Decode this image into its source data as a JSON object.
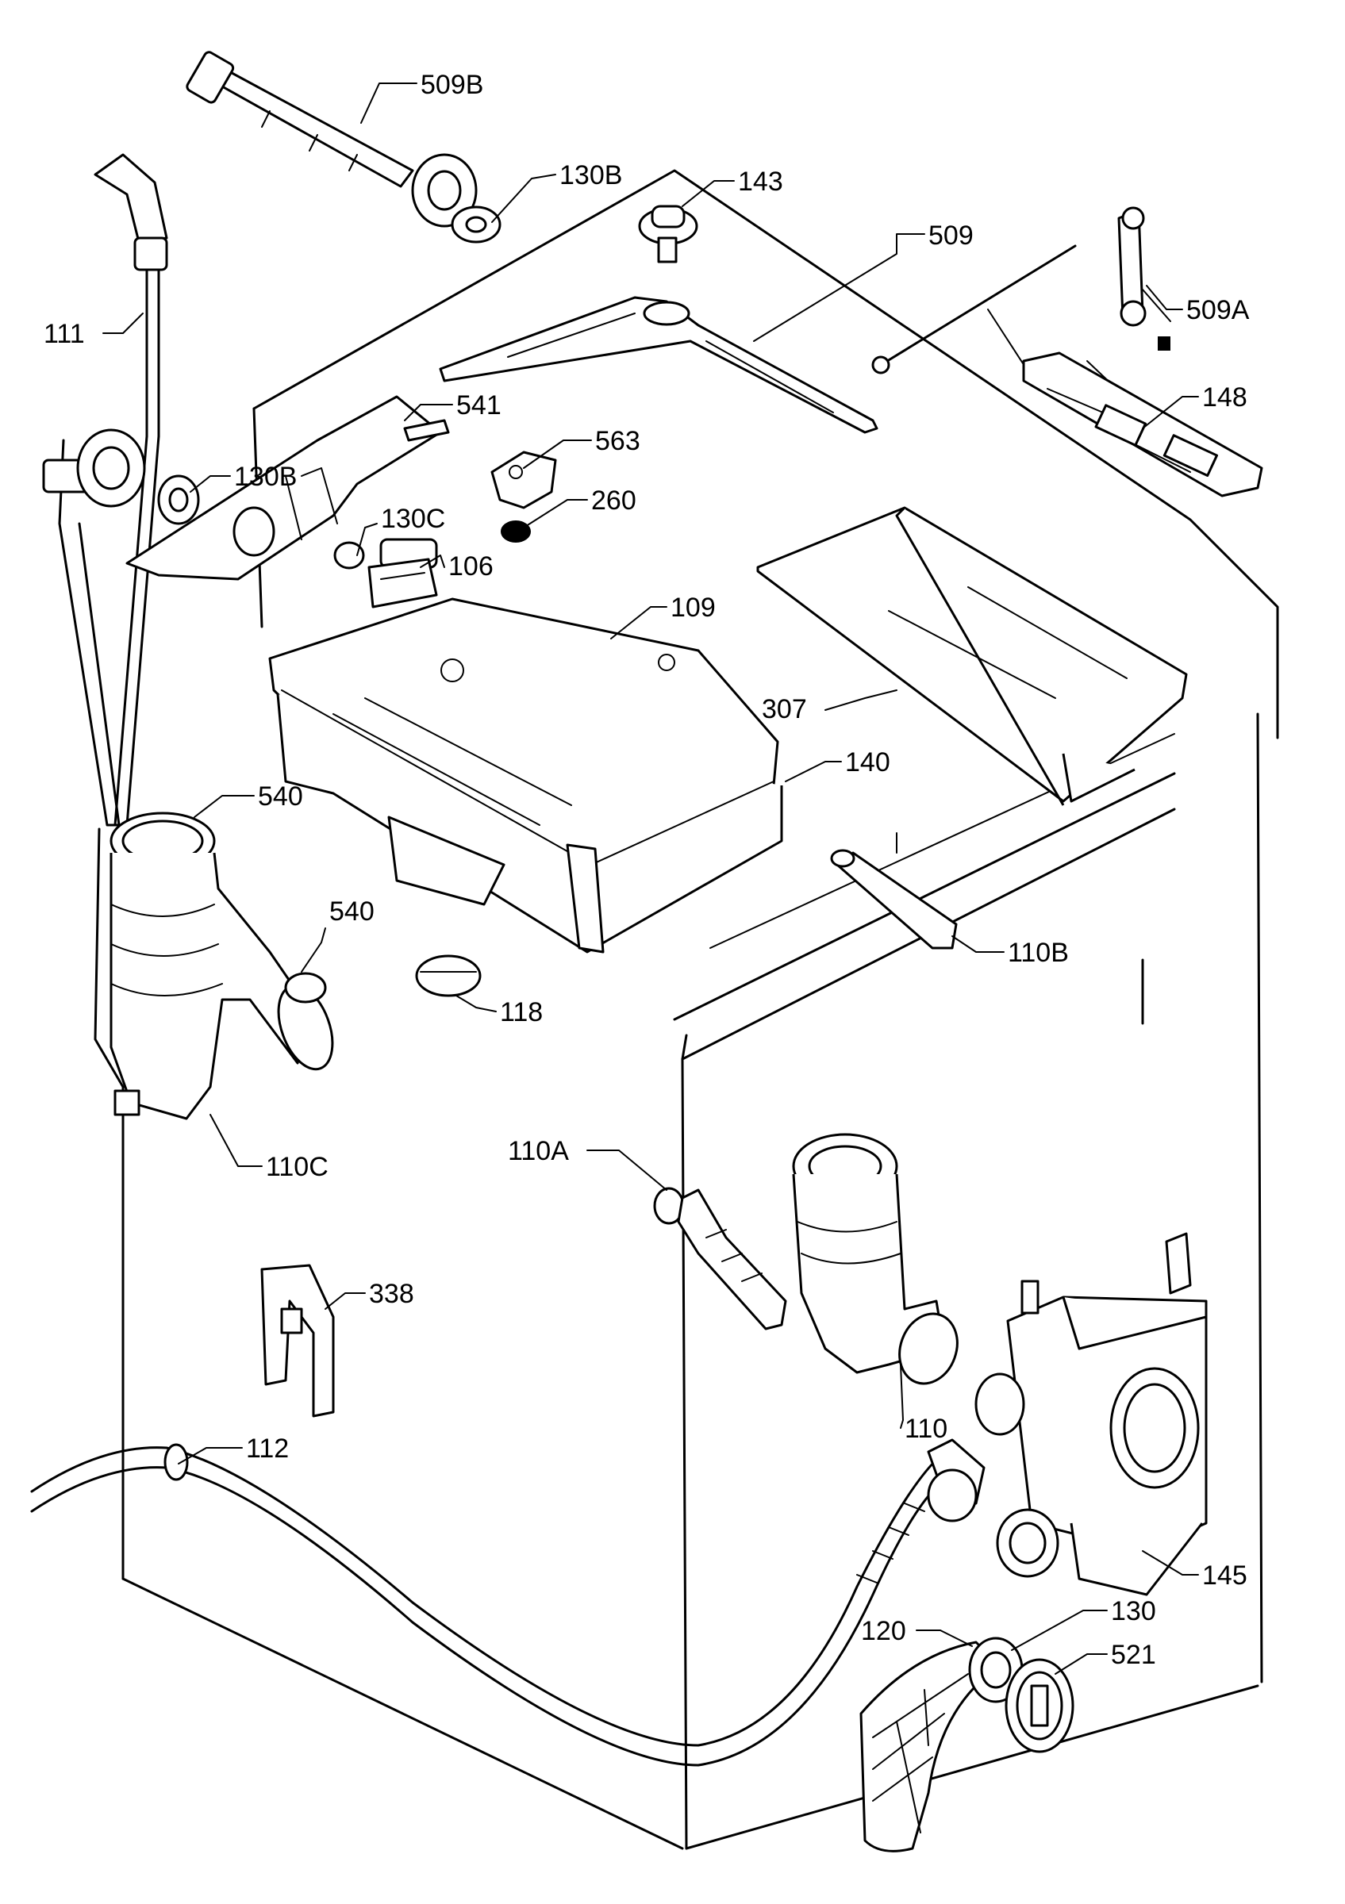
{
  "labels": [
    {
      "id": "p509B",
      "text": "509B"
    },
    {
      "id": "p130B_top",
      "text": "130B"
    },
    {
      "id": "p143",
      "text": "143"
    },
    {
      "id": "p509",
      "text": "509"
    },
    {
      "id": "p111",
      "text": "111"
    },
    {
      "id": "p509A",
      "text": "509A"
    },
    {
      "id": "p541",
      "text": "541"
    },
    {
      "id": "p148",
      "text": "148"
    },
    {
      "id": "p563",
      "text": "563"
    },
    {
      "id": "p130B_mid",
      "text": "130B"
    },
    {
      "id": "p260",
      "text": "260"
    },
    {
      "id": "p130C",
      "text": "130C"
    },
    {
      "id": "p106",
      "text": "106"
    },
    {
      "id": "p109",
      "text": "109"
    },
    {
      "id": "p307",
      "text": "307"
    },
    {
      "id": "p140",
      "text": "140"
    },
    {
      "id": "p540_a",
      "text": "540"
    },
    {
      "id": "p540_b",
      "text": "540"
    },
    {
      "id": "p110B",
      "text": "110B"
    },
    {
      "id": "p118",
      "text": "118"
    },
    {
      "id": "p110C",
      "text": "110C"
    },
    {
      "id": "p110A",
      "text": "110A"
    },
    {
      "id": "p338",
      "text": "338"
    },
    {
      "id": "p110",
      "text": "110"
    },
    {
      "id": "p112",
      "text": "112"
    },
    {
      "id": "p145",
      "text": "145"
    },
    {
      "id": "p130",
      "text": "130"
    },
    {
      "id": "p120",
      "text": "120"
    },
    {
      "id": "p521",
      "text": "521"
    }
  ]
}
